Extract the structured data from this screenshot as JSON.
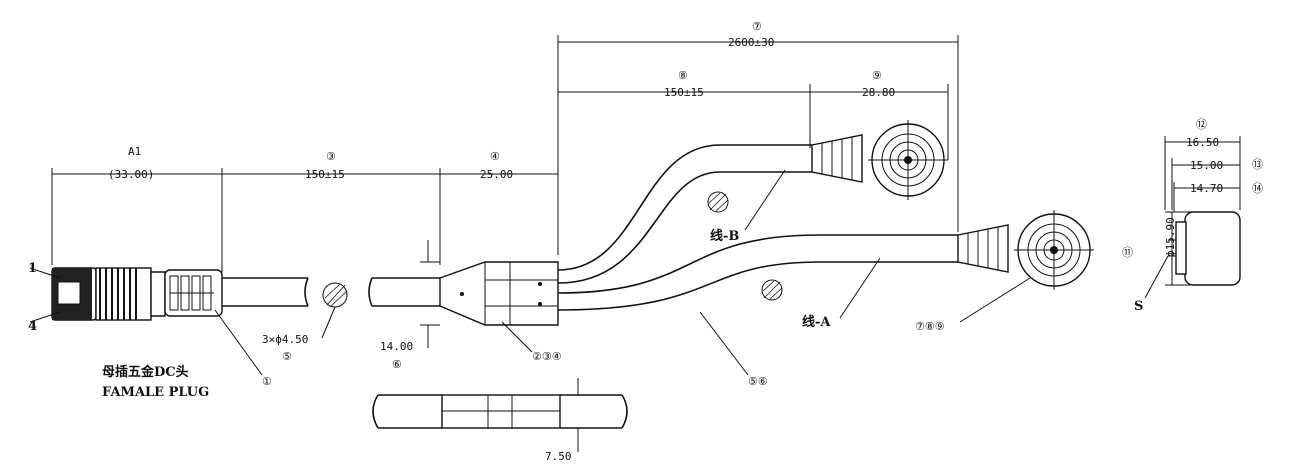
{
  "dimensions": {
    "overall_length": "2600±30",
    "branch_length": "150±15",
    "plug_length": "(33.00)",
    "center_length": "150±15",
    "splitter_length": "25.00",
    "head_width": "28.80",
    "cable_spec": "3×ϕ4.50",
    "splitter_height": "14.00",
    "joint_width": "7.50",
    "end_total": "16.50",
    "end_mid": "15.00",
    "end_inner": "14.70",
    "end_diameter": "ϕ15.90"
  },
  "callouts": {
    "c7": "⑦",
    "c8": "⑧",
    "c9": "⑨",
    "c3": "③",
    "c4": "④",
    "c5": "⑤",
    "c6": "⑥",
    "c1": "①",
    "c12": "⑫",
    "c13": "⑬",
    "c14": "⑭",
    "c11": "⑪",
    "a1": "A1",
    "group_234": "②③④",
    "group_56": "⑤⑥",
    "group_789": "⑦⑧⑨"
  },
  "labels": {
    "line_b": "线-B",
    "line_a": "线-A",
    "plug_cn": "母插五金DC头",
    "plug_en": "FAMALE PLUG",
    "pin_1": "1",
    "pin_4": "4",
    "s_mark": "S"
  }
}
